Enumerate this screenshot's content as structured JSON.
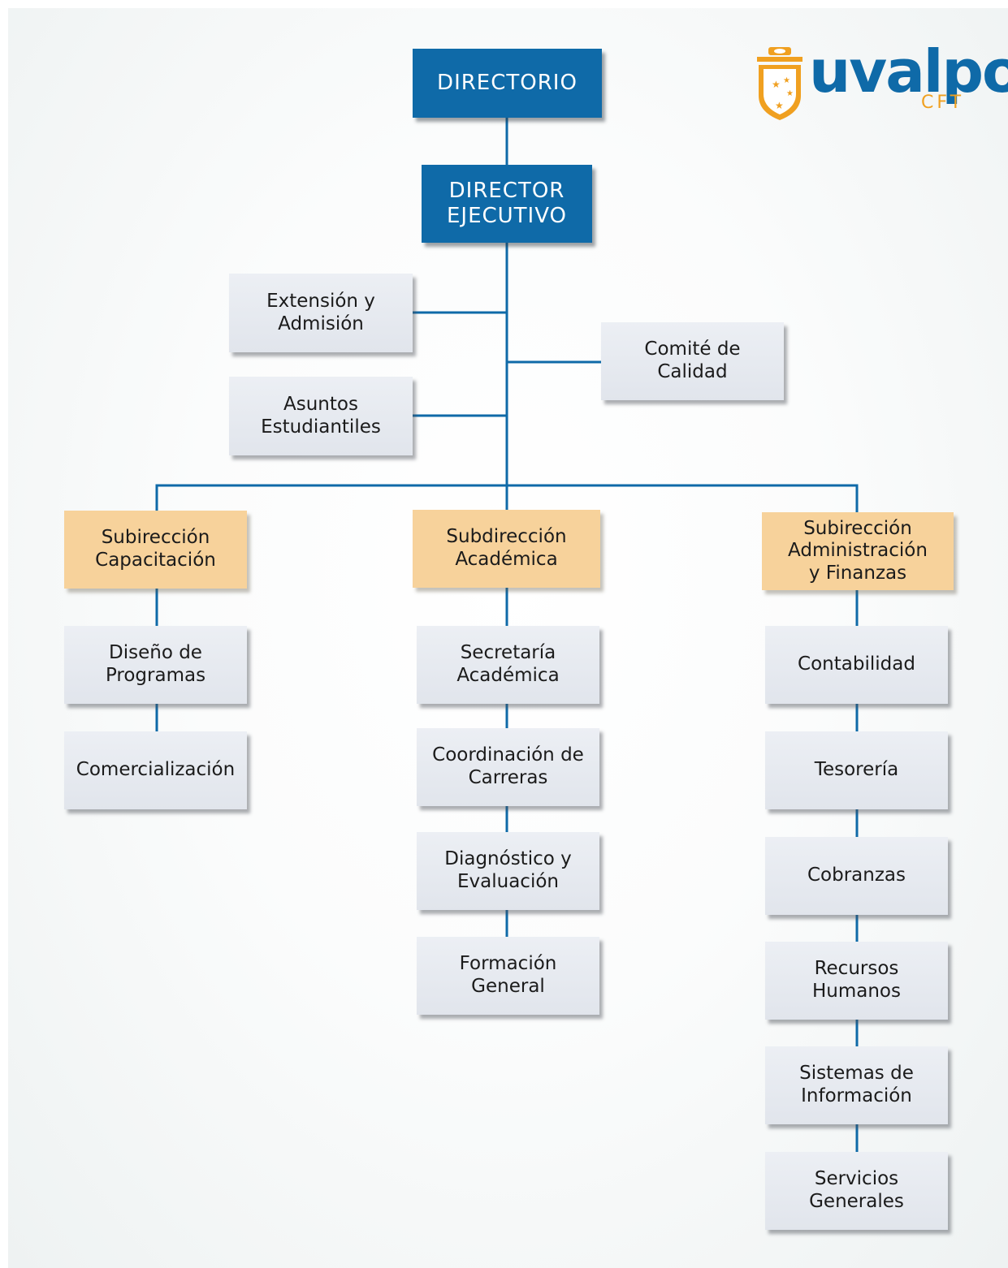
{
  "logo": {
    "word": "uvalpo",
    "sub": "CFT",
    "brand_blue": "#0f6aa8",
    "brand_orange": "#f0a020"
  },
  "colors": {
    "director_blue": "#0f6aa8",
    "subdirection_orange": "#f7d29b",
    "unit_gray": "#e5e8ee",
    "connector": "#0f6aa8"
  },
  "top": {
    "directorio": "DIRECTORIO",
    "director_ejecutivo": "DIRECTOR\nEJECUTIVO"
  },
  "staff": {
    "extension": "Extensión y\nAdmisión",
    "asuntos": "Asuntos\nEstudiantiles",
    "comite": "Comité de\nCalidad"
  },
  "branches": {
    "capacitacion": {
      "head": "Subirección\nCapacitación",
      "units": [
        "Diseño de\nProgramas",
        "Comercialización"
      ]
    },
    "academica": {
      "head": "Subdirección\nAcadémica",
      "units": [
        "Secretaría\nAcadémica",
        "Coordinación de\nCarreras",
        "Diagnóstico y\nEvaluación",
        "Formación\nGeneral"
      ]
    },
    "administracion": {
      "head": "Subirección\nAdministración\ny Finanzas",
      "units": [
        "Contabilidad",
        "Tesorería",
        "Cobranzas",
        "Recursos\nHumanos",
        "Sistemas de\nInformación",
        "Servicios\nGenerales"
      ]
    }
  }
}
